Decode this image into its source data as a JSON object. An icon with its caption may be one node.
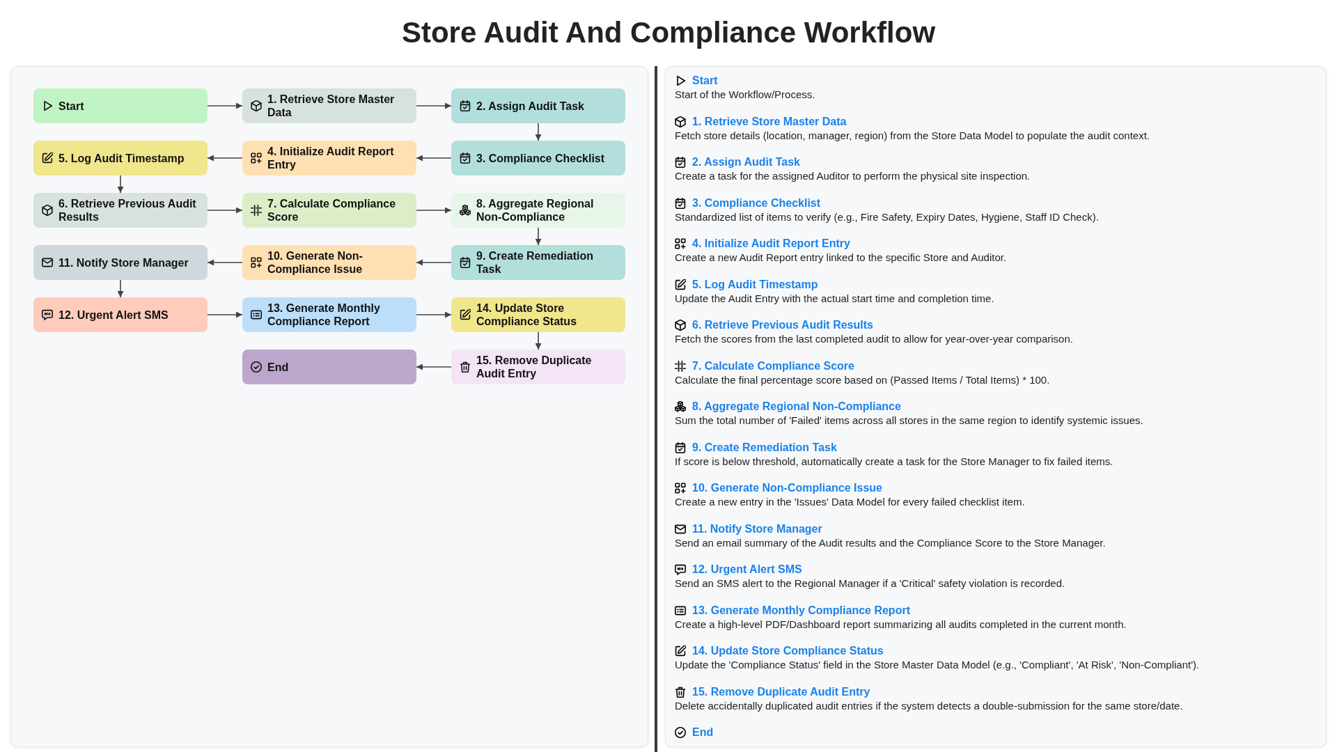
{
  "diagram": {
    "title": "Store Audit And Compliance Workflow",
    "nodes": [
      {
        "text": [
          "Start"
        ]
      },
      {
        "text": [
          "1. Retrieve Store Master Data"
        ]
      },
      {
        "text": [
          "2. Assign Audit Task"
        ]
      },
      {
        "text": [
          "3. Compliance Checklist"
        ]
      },
      {
        "text": [
          "4. Initialize Audit Report Entry"
        ]
      },
      {
        "text": [
          "5. Log Audit Timestamp"
        ]
      },
      {
        "text": [
          "6. Retrieve Previous Audit Results"
        ]
      },
      {
        "text": [
          "7. Calculate Compliance Score"
        ]
      },
      {
        "text": [
          "8. Aggregate Regional Non-Compliance"
        ]
      },
      {
        "text": [
          "9. Create Remediation Task"
        ]
      },
      {
        "text": [
          "10. Generate Non-Compliance Issue"
        ]
      },
      {
        "text": [
          "11. Notify Store Manager"
        ]
      },
      {
        "text": [
          "12. Urgent Alert SMS"
        ]
      },
      {
        "text": [
          "13. Generate Monthly Compliance Report"
        ]
      },
      {
        "text": [
          "14. Update Store Compliance Status"
        ]
      },
      {
        "text": [
          "15. Remove Duplicate Audit Entry"
        ]
      },
      {
        "text": [
          "End"
        ]
      }
    ],
    "edges": [
      {
        "from": 0,
        "to": 1,
        "arrow": "to"
      },
      {
        "from": 1,
        "to": 2,
        "arrow": "to"
      },
      {
        "from": 2,
        "to": 3,
        "arrow": "to"
      },
      {
        "from": 3,
        "to": 4,
        "arrow": "to"
      },
      {
        "from": 4,
        "to": 5,
        "arrow": "to"
      },
      {
        "from": 5,
        "to": 6,
        "arrow": "to"
      },
      {
        "from": 6,
        "to": 7,
        "arrow": "to"
      },
      {
        "from": 7,
        "to": 8,
        "arrow": "to"
      },
      {
        "from": 8,
        "to": 9,
        "arrow": "to"
      },
      {
        "from": 9,
        "to": 10,
        "arrow": "to"
      },
      {
        "from": 10,
        "to": 11,
        "arrow": "to"
      },
      {
        "from": 11,
        "to": 12,
        "arrow": "to"
      },
      {
        "from": 12,
        "to": 13,
        "arrow": "to"
      },
      {
        "from": 13,
        "to": 14,
        "arrow": "to"
      },
      {
        "from": 14,
        "to": 15,
        "arrow": "to"
      },
      {
        "from": 15,
        "to": 16,
        "arrow": "to"
      }
    ],
    "labels": [
      "Start",
      "Start of the Workflow/Process.",
      "1. Retrieve Store Master Data",
      "Fetch store details (location, manager, region) from the Store Data Model to populate the audit context.",
      "2. Assign Audit Task",
      "Create a task for the assigned Auditor to perform the physical site inspection.",
      "3. Compliance Checklist",
      "Standardized list of items to verify (e.g., Fire Safety, Expiry Dates, Hygiene, Staff ID Check).",
      "4. Initialize Audit Report Entry",
      "Create a new Audit Report entry linked to the specific Store and Auditor.",
      "5. Log Audit Timestamp",
      "Update the Audit Entry with the actual start time and completion time.",
      "6. Retrieve Previous Audit Results",
      "Fetch the scores from the last completed audit to allow for year-over-year comparison.",
      "7. Calculate Compliance Score",
      "Calculate the final percentage score based on (Passed Items / Total Items) * 100.",
      "8. Aggregate Regional Non-Compliance",
      "Sum the total number of 'Failed' items across all stores in the same region to identify systemic issues.",
      "9. Create Remediation Task",
      "If score is below threshold, automatically create a task for the Store Manager to fix failed items.",
      "10. Generate Non-Compliance Issue",
      "Create a new entry in the 'Issues' Data Model for every failed checklist item.",
      "11. Notify Store Manager",
      "Send an email summary of the Audit results and the Compliance Score to the Store Manager.",
      "12. Urgent Alert SMS",
      "Send an SMS alert to the Regional Manager if a 'Critical' safety violation is recorded.",
      "13. Generate Monthly Compliance Report",
      "Create a high-level PDF/Dashboard report summarizing all audits completed in the current month.",
      "14. Update Store Compliance Status",
      "Update the 'Compliance Status' field in the Store Master Data Model (e.g., 'Compliant', 'At Risk', 'Non-Compliant').",
      "15. Remove Duplicate Audit Entry",
      "Delete accidentally duplicated audit entries if the system detects a double-submission for the same store/date.",
      "End"
    ]
  }
}
